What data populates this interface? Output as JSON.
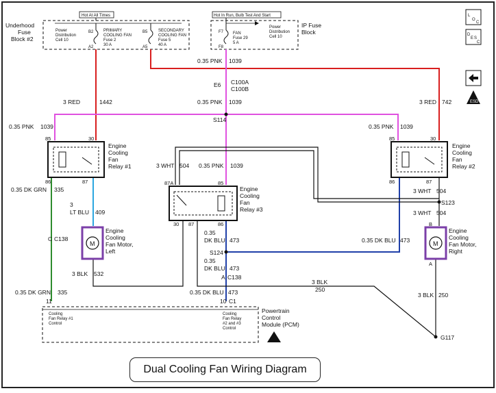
{
  "caption": "Dual Cooling Fan Wiring Diagram",
  "fuse_block_left": {
    "name_line1": "Underhood",
    "name_line2": "Fuse",
    "name_line3": "Block #2",
    "power_title": "Hot At All Times",
    "power_dist_1": "Power",
    "power_dist_2": "Distribution",
    "power_dist_3": "Cell 10",
    "fuse2_pin_top": "B2",
    "fuse2_pin_bot": "A2",
    "fuse2_l1": "PRIMARY",
    "fuse2_l2": "COOLING FAN",
    "fuse2_l3": "Fuse 2",
    "fuse2_l4": "30 A",
    "fuse5_pin_top": "B5",
    "fuse5_pin_bot": "A5",
    "fuse5_l1": "SECONDARY",
    "fuse5_l2": "COOLING FAN",
    "fuse5_l3": "Fuse 5",
    "fuse5_l4": "40 A"
  },
  "fuse_block_ip": {
    "name_line1": "IP Fuse",
    "name_line2": "Block",
    "power_title": "Hot In Run, Bulb Test And Start",
    "pin_top": "F7",
    "pin_bot": "F8",
    "fuse_l1": "FAN",
    "fuse_l2": "Fuse 29",
    "fuse_l3": "5 A",
    "power_dist_1": "Power",
    "power_dist_2": "Distribution",
    "power_dist_3": "Cell 10"
  },
  "wires": {
    "pnk_top": "0.35 PNK",
    "pnk_top_num": "1039",
    "conn": "E6",
    "c100a": "C100A",
    "c100b": "C100B",
    "red_left": "3 RED",
    "red_left_num": "1442",
    "pnk_mid": "0.35 PNK",
    "pnk_mid_num": "1039",
    "red_right": "3 RED",
    "red_right_num": "742",
    "s114": "S114",
    "pnk_left": "0.35 PNK",
    "pnk_left_num": "1039",
    "pnk_right": "0.35 PNK",
    "pnk_right_num": "1039",
    "wht_left": "3 WHT",
    "wht_left_num": "504",
    "pnk_center": "0.35 PNK",
    "pnk_center_num": "1039",
    "dkgrn_top": "0.35 DK GRN",
    "dkgrn_top_num": "335",
    "ltblu_a": "3",
    "ltblu_b": "LT BLU",
    "ltblu_num": "409",
    "wht_r1": "3 WHT",
    "wht_r1_num": "504",
    "s123": "S123",
    "wht_r2": "3 WHT",
    "wht_r2_num": "504",
    "c138_left": "C",
    "c138_left_b": "C138",
    "dkblu_c1": "0.35",
    "dkblu_c2": "DK BLU",
    "dkblu_c2_num": "473",
    "dkblu_right": "0.35 DK BLU",
    "dkblu_right_num": "473",
    "s124": "S124",
    "dkblu_c3": "0.35",
    "dkblu_c4": "DK BLU",
    "dkblu_c4_num": "473",
    "blk_left": "3 BLK",
    "blk_left_num": "532",
    "a_c138": "A",
    "a_c138_b": "C138",
    "blk_mid": "3 BLK",
    "blk_mid_num": "250",
    "dkgrn_bot": "0.35 DK GRN",
    "dkgrn_bot_num": "335",
    "dkblu_bot": "0.35 DK BLU",
    "dkblu_bot_num": "473",
    "blk_right": "3 BLK",
    "blk_right_num": "250",
    "pin_11": "11",
    "pin_10": "10",
    "c1": "C1",
    "g117": "G117"
  },
  "relay1": {
    "l1": "Engine",
    "l2": "Cooling",
    "l3": "Fan",
    "l4": "Relay #1",
    "p85": "85",
    "p30": "30",
    "p86": "86",
    "p87": "87"
  },
  "relay2": {
    "l1": "Engine",
    "l2": "Cooling",
    "l3": "Fan",
    "l4": "Relay #2",
    "p85": "85",
    "p30": "30",
    "p86": "86",
    "p87": "87"
  },
  "relay3": {
    "l1": "Engine",
    "l2": "Cooling",
    "l3": "Fan",
    "l4": "Relay #3",
    "p87a": "87A",
    "p85": "85",
    "p30": "30",
    "p87": "87",
    "p86": "86"
  },
  "motor_left": {
    "l1": "Engine",
    "l2": "Cooling",
    "l3": "Fan Motor,",
    "l4": "Left",
    "symbol": "M"
  },
  "motor_right": {
    "l1": "Engine",
    "l2": "Cooling",
    "l3": "Fan Motor,",
    "l4": "Right",
    "symbol": "M",
    "pin_b": "B",
    "pin_a": "A"
  },
  "pcm": {
    "l1": "Powertrain",
    "l2": "Control",
    "l3": "Module (PCM)",
    "left_l1": "Cooling",
    "left_l2": "Fan Relay #1",
    "left_l3": "Control",
    "right_l1": "Cooling",
    "right_l2": "Fan Relay",
    "right_l3": "#2 and #3",
    "right_l4": "Control"
  },
  "icons": {
    "loc": "L O C",
    "desc": "D E S C",
    "back_arrow": "back-arrow-icon",
    "esd": "esd-warning-icon"
  },
  "colors": {
    "red": "#d81e1e",
    "pink": "#e050e0",
    "green": "#2e8b2e",
    "lt_blue": "#2aa6e0",
    "dk_blue": "#1f3fa8",
    "black": "#111111",
    "highlight": "#7b3fa8"
  }
}
